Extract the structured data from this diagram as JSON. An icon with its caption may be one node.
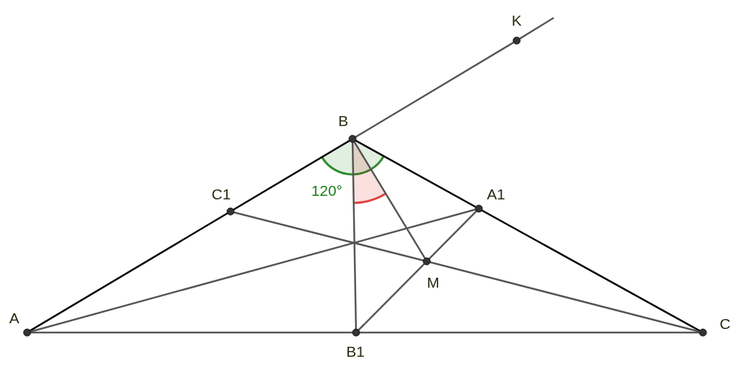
{
  "diagram": {
    "nodes": [
      {
        "text": [
          "K"
        ]
      },
      {
        "text": [
          "B"
        ]
      },
      {
        "text": [
          "C1"
        ]
      },
      {
        "text": [
          "A1"
        ]
      },
      {
        "text": [
          "M"
        ]
      },
      {
        "text": [
          "A"
        ]
      },
      {
        "text": [
          "B1"
        ]
      },
      {
        "text": [
          "C"
        ]
      }
    ],
    "edges": [
      {
        "from": 5,
        "to": 1,
        "arrow": "none",
        "color": "#000000"
      },
      {
        "from": 1,
        "to": 7,
        "arrow": "none",
        "color": "#000000"
      },
      {
        "from": 5,
        "to": 6,
        "arrow": "none"
      },
      {
        "from": 6,
        "to": 7,
        "arrow": "none"
      },
      {
        "from": 1,
        "to": 0,
        "arrow": "none"
      },
      {
        "from": 0,
        "to": null,
        "arrow": "none"
      },
      {
        "from": 5,
        "to": 3,
        "arrow": "none"
      },
      {
        "from": 2,
        "to": 4,
        "arrow": "none"
      },
      {
        "from": 4,
        "to": 7,
        "arrow": "none"
      },
      {
        "from": 1,
        "to": 6,
        "arrow": "none"
      },
      {
        "from": 1,
        "to": 4,
        "arrow": "none"
      },
      {
        "from": 6,
        "to": 4,
        "arrow": "none"
      },
      {
        "from": 4,
        "to": 3,
        "arrow": "none"
      }
    ],
    "labels": [
      "120°"
    ]
  }
}
